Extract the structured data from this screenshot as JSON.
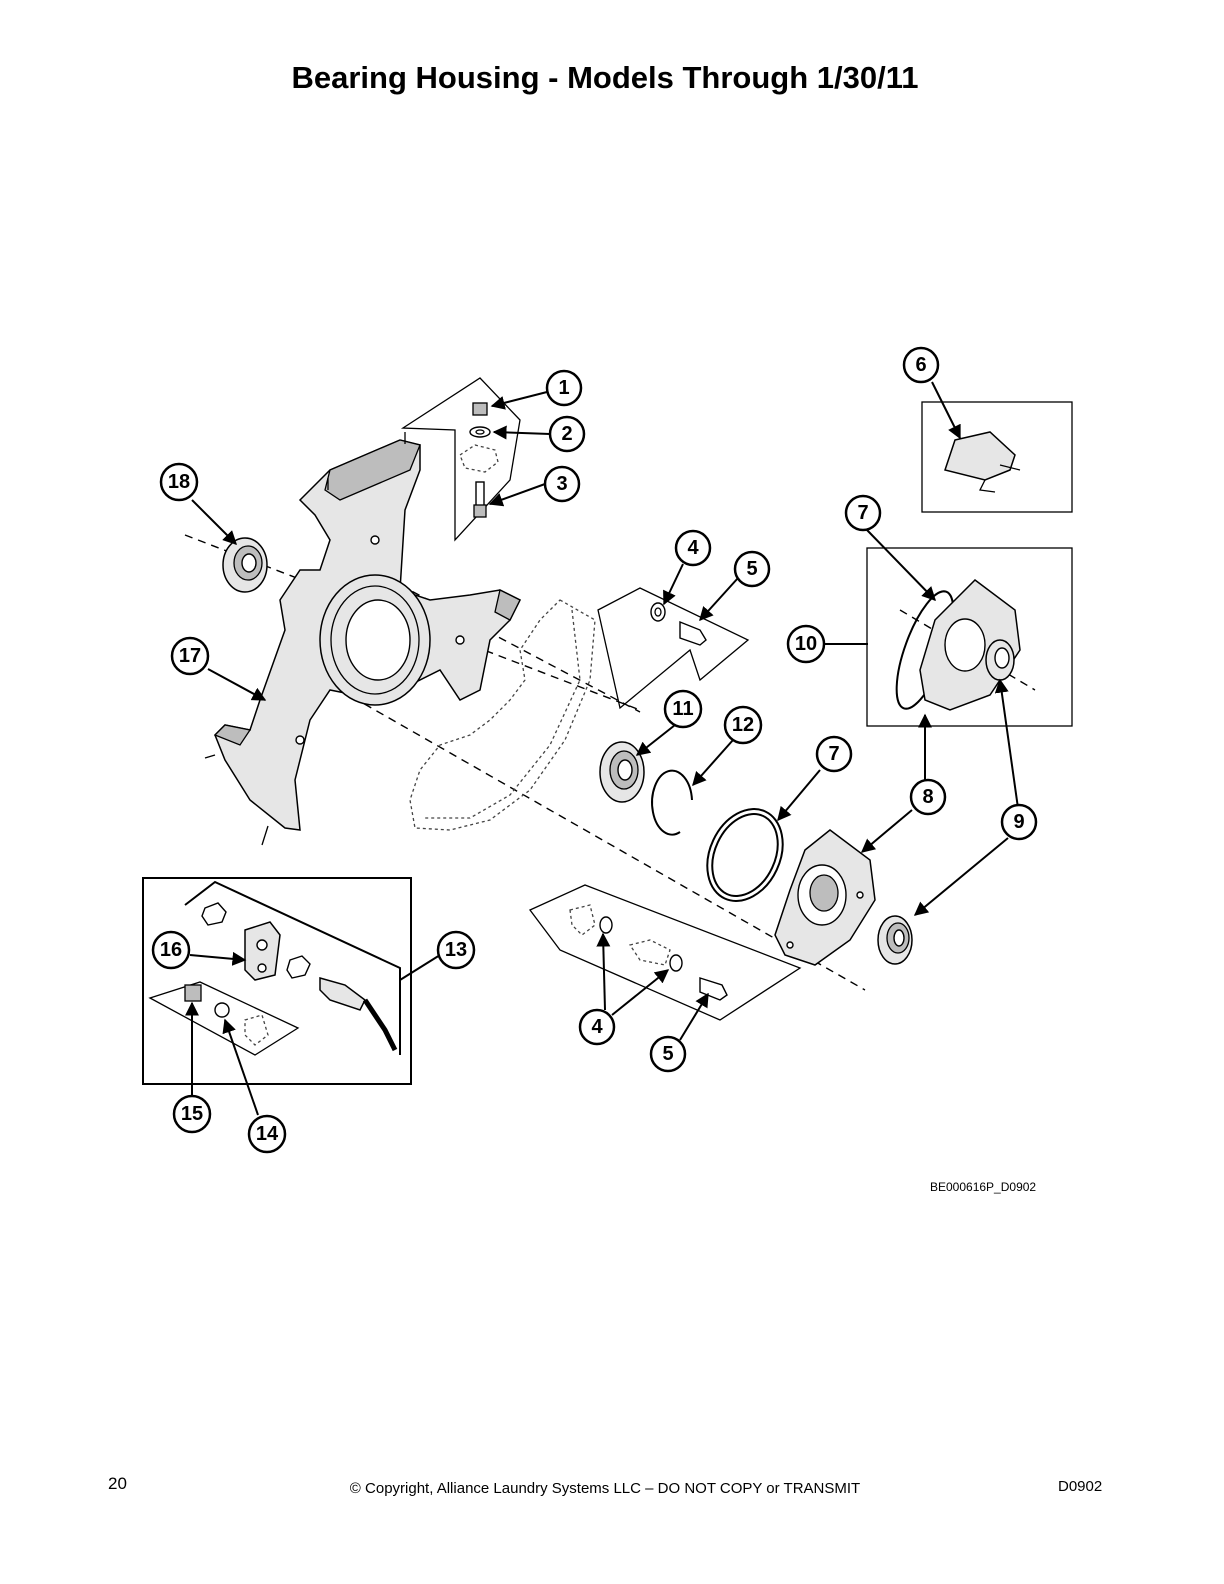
{
  "title": "Bearing Housing - Models Through 1/30/11",
  "callouts": [
    "1",
    "2",
    "3",
    "4",
    "5",
    "6",
    "7",
    "8",
    "9",
    "10",
    "11",
    "12",
    "13",
    "14",
    "15",
    "16",
    "17",
    "18"
  ],
  "drawing_code": "BE000616P_D0902",
  "footer": {
    "page_number": "20",
    "copyright": "© Copyright, Alliance Laundry Systems LLC – DO NOT COPY or TRANSMIT",
    "doc_code": "D0902"
  }
}
